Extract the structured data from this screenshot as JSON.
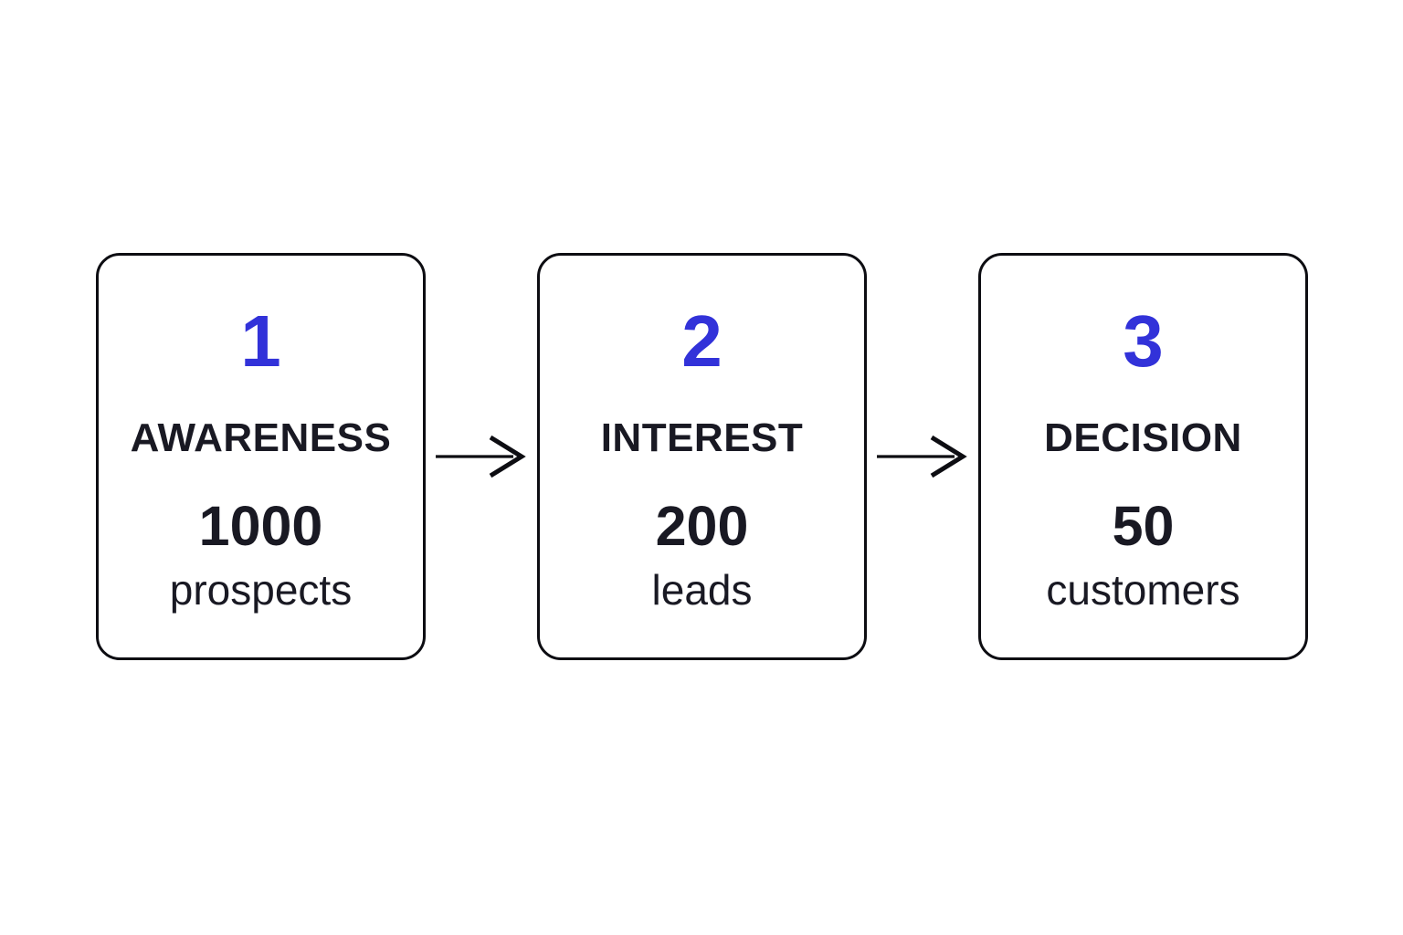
{
  "colors": {
    "accent_blue": "#3232D9",
    "text_dark": "#191923",
    "box_border": "#0d0d12",
    "canvas_bg": "#ffffff"
  },
  "funnel": {
    "stages": [
      {
        "number": "1",
        "label": "AWARENESS",
        "value": "1000",
        "unit": "prospects"
      },
      {
        "number": "2",
        "label": "INTEREST",
        "value": "200",
        "unit": "leads"
      },
      {
        "number": "3",
        "label": "DECISION",
        "value": "50",
        "unit": "customers"
      }
    ],
    "connector_icon": "arrow-right-icon"
  }
}
